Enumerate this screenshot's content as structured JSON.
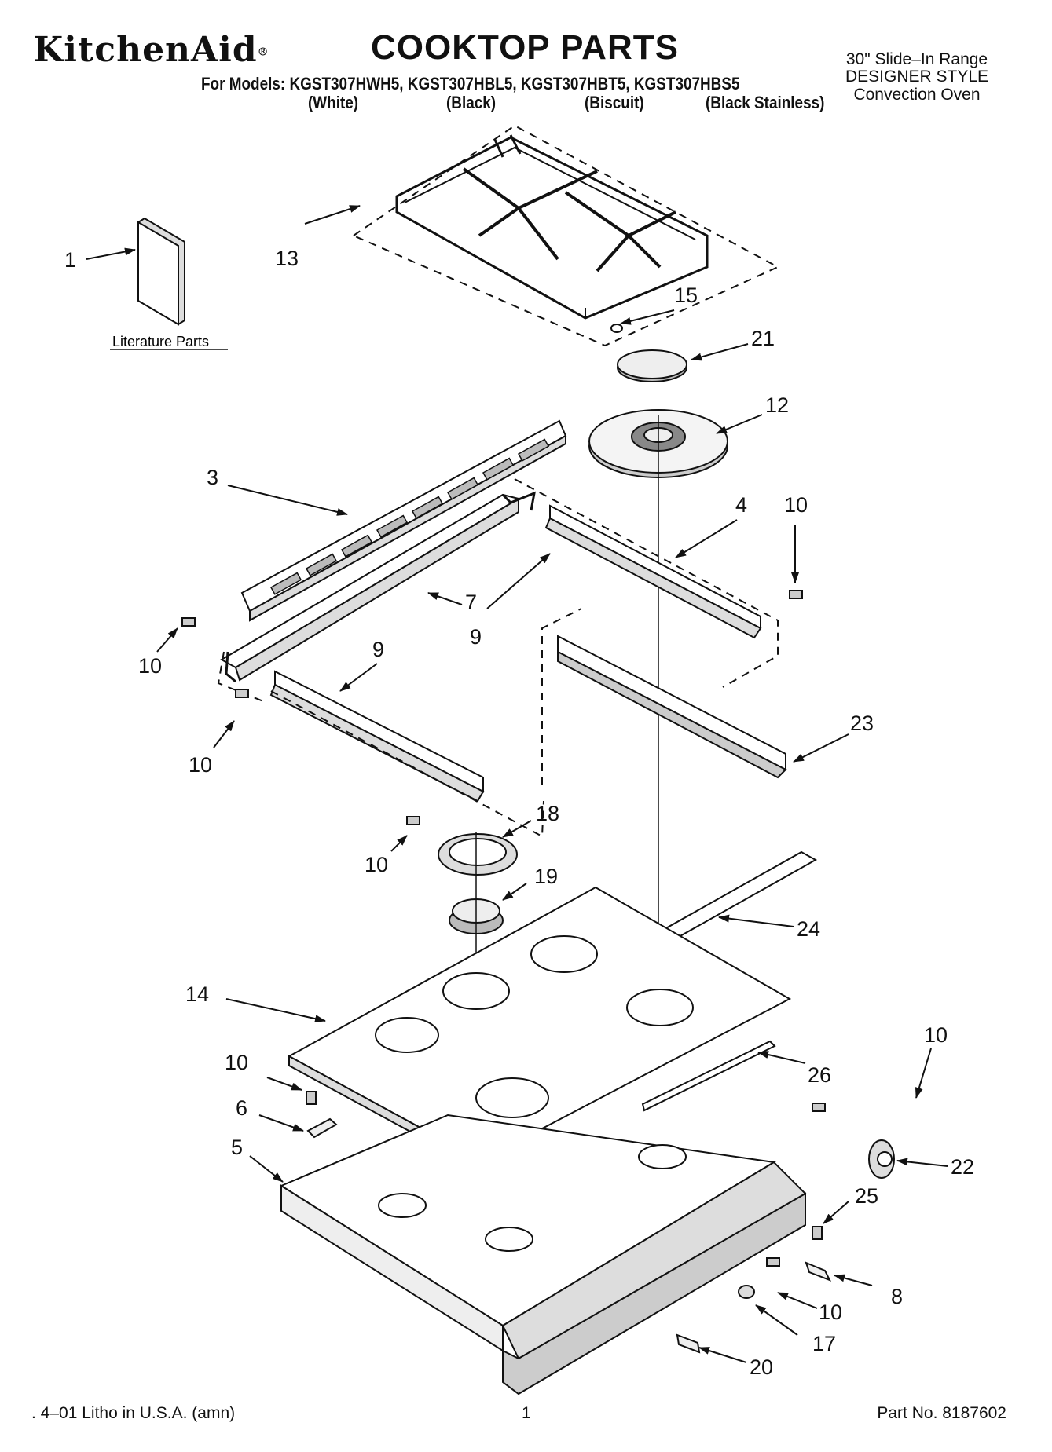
{
  "header": {
    "brand": "KitchenAid",
    "brand_mark": "®",
    "title": "COOKTOP PARTS",
    "models_line": "For Models: KGST307HWH5, KGST307HBL5, KGST307HBT5, KGST307HBS5",
    "colors": [
      "(White)",
      "(Black)",
      "(Biscuit)",
      "(Black Stainless)"
    ],
    "side_info": [
      "30\" Slide–In Range",
      "DESIGNER STYLE",
      "Convection Oven"
    ]
  },
  "literature_label": "Literature Parts",
  "callouts": {
    "c1": "1",
    "c13": "13",
    "c15": "15",
    "c21": "21",
    "c12": "12",
    "c3": "3",
    "c4": "4",
    "c10a": "10",
    "c7": "7",
    "c9a": "9",
    "c10b": "10",
    "c9b": "9",
    "c23": "23",
    "c10c": "10",
    "c18": "18",
    "c10d": "10",
    "c19": "19",
    "c24": "24",
    "c14": "14",
    "c10e": "10",
    "c26": "26",
    "c6": "6",
    "c5": "5",
    "c10f": "10",
    "c22": "22",
    "c25": "25",
    "c8": "8",
    "c10g": "10",
    "c17": "17",
    "c20": "20"
  },
  "footer": {
    "litho": ". 4–01 Litho in U.S.A. (amn)",
    "page": "1",
    "part_no": "Part No. 8187602"
  }
}
